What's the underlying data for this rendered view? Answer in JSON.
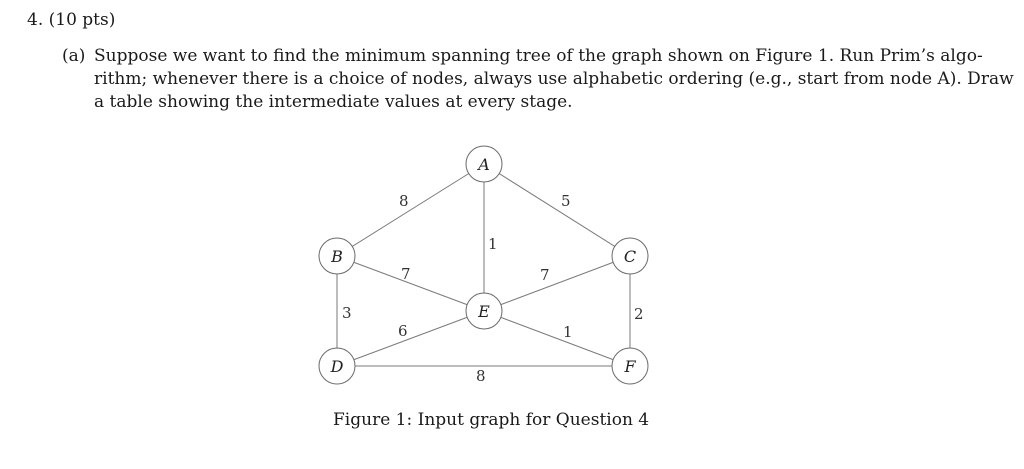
{
  "question": {
    "header": "4. (10 pts)",
    "part_label": "(a)",
    "part_lines": [
      "Suppose we want to find the minimum spanning tree of the graph shown on Figure 1. Run Prim’s algo-",
      "rithm; whenever there is a choice of nodes, always use alphabetic ordering (e.g., start from node A). Draw",
      "a table showing the intermediate values at every stage."
    ]
  },
  "figure": {
    "caption": "Figure 1: Input graph for Question 4",
    "nodes": [
      "A",
      "B",
      "C",
      "D",
      "E",
      "F"
    ],
    "edges": [
      {
        "from": "A",
        "to": "B",
        "weight": "8"
      },
      {
        "from": "A",
        "to": "C",
        "weight": "5"
      },
      {
        "from": "A",
        "to": "E",
        "weight": "1"
      },
      {
        "from": "B",
        "to": "E",
        "weight": "7"
      },
      {
        "from": "C",
        "to": "E",
        "weight": "7"
      },
      {
        "from": "B",
        "to": "D",
        "weight": "3"
      },
      {
        "from": "C",
        "to": "F",
        "weight": "2"
      },
      {
        "from": "D",
        "to": "E",
        "weight": "6"
      },
      {
        "from": "E",
        "to": "F",
        "weight": "1"
      },
      {
        "from": "D",
        "to": "F",
        "weight": "8"
      }
    ]
  }
}
